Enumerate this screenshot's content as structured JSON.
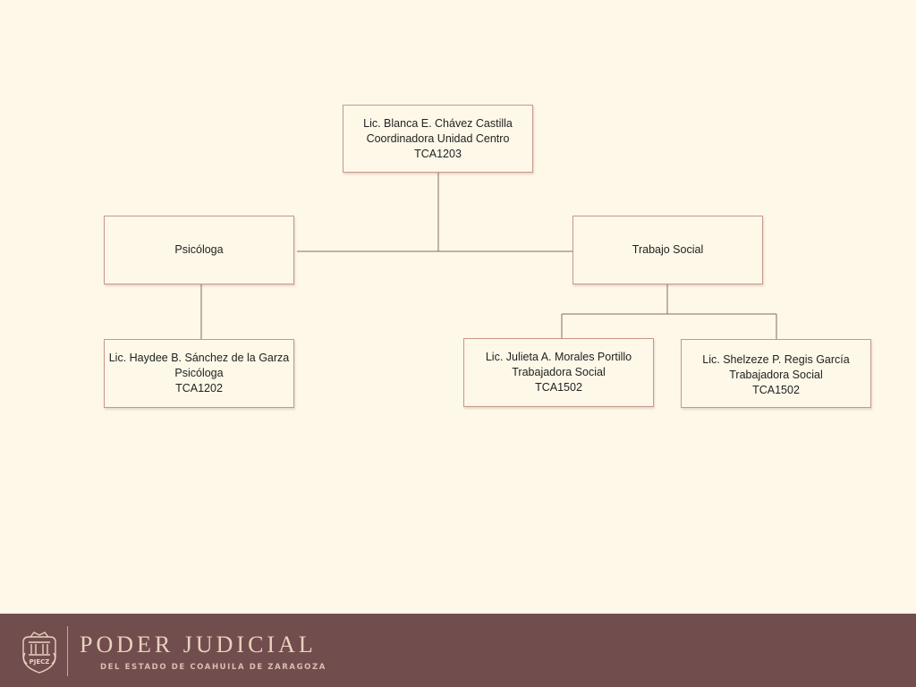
{
  "org_chart": {
    "root": {
      "line1": "Lic. Blanca E. Chávez Castilla",
      "line2": "Coordinadora Unidad Centro",
      "line3": "TCA1203"
    },
    "psicologa": {
      "label": "Psicóloga"
    },
    "trabajo_social": {
      "label": "Trabajo Social"
    },
    "haydee": {
      "line1": "Lic. Haydee B. Sánchez de la Garza",
      "line2": "Psicóloga",
      "line3": "TCA1202"
    },
    "julieta": {
      "line1": "Lic. Julieta A. Morales Portillo",
      "line2": "Trabajadora Social",
      "line3": "TCA1502"
    },
    "shelzeze": {
      "line1": "Lic. Shelzeze P. Regis García",
      "line2": "Trabajadora Social",
      "line3": "TCA1502"
    }
  },
  "footer": {
    "seal_text": "PJECZ",
    "title": "PODER JUDICIAL",
    "subtitle": "DEL ESTADO DE COAHUILA DE ZARAGOZA"
  },
  "colors": {
    "background": "#fdf8e8",
    "box_border": "#c9968a",
    "connector": "#8a6a5a",
    "footer_background": "#724d4d",
    "footer_text": "#e8d2c0"
  }
}
